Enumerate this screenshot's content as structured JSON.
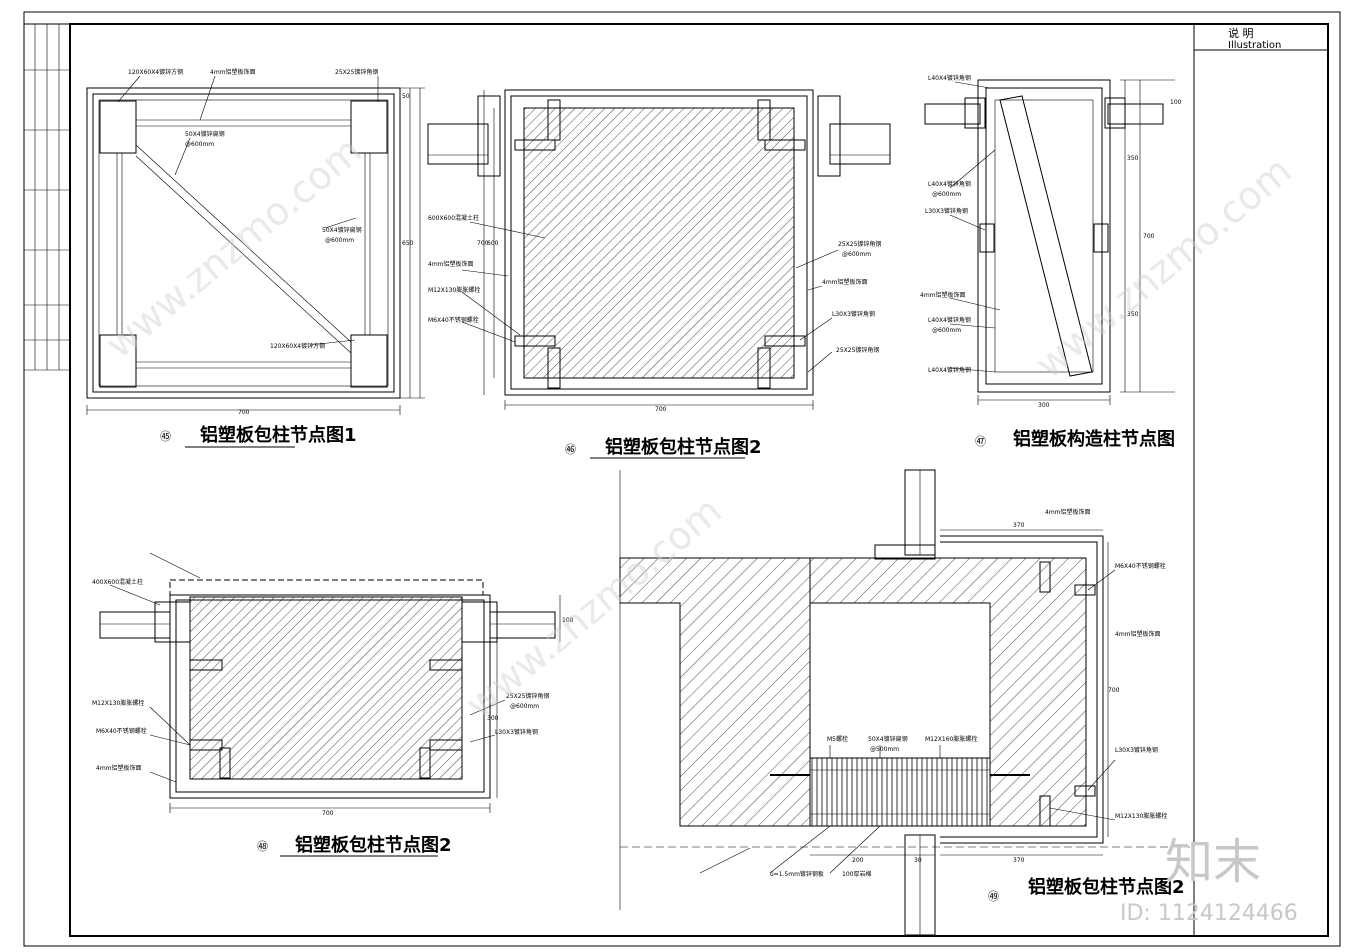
{
  "header": {
    "title_cn": "说  明",
    "title_en": "Illustration"
  },
  "details": [
    {
      "num": "㊺",
      "title": "铝塑板包柱节点图1",
      "width_dim": "700"
    },
    {
      "num": "㊻",
      "title": "铝塑板包柱节点图2",
      "width_dim": "700"
    },
    {
      "num": "㊼",
      "title": "铝塑板构造柱节点图",
      "width_dim": "300"
    },
    {
      "num": "㊽",
      "title": "铝塑板包柱节点图2",
      "width_dim": "700"
    },
    {
      "num": "㊾",
      "title": "铝塑板包柱节点图2",
      "width_dim": "370"
    }
  ],
  "labels": {
    "d45": [
      "120X60X4镀锌方钢",
      "4mm铝塑板饰面",
      "25X25镀锌角钢",
      "50X4镀锌扁钢",
      "@600mm",
      "50X4镀锌扁钢",
      "@600mm",
      "120X60X4镀锌方钢"
    ],
    "d46": [
      "600X600混凝土柱",
      "4mm铝塑板饰面",
      "M12X130膨胀螺栓",
      "M6X40不锈钢螺栓",
      "25X25镀锌角钢",
      "@600mm",
      "4mm铝塑板饰面",
      "L30X3镀锌角钢",
      "25X25镀锌角钢"
    ],
    "d47": [
      "L40X4镀锌角钢",
      "L40X4镀锌角钢",
      "@600mm",
      "L30X3镀锌角钢",
      "4mm铝塑板饰面",
      "L40X4镀锌角钢",
      "@600mm",
      "L40X4镀锌角钢"
    ],
    "d48": [
      "400X600混凝土柱",
      "M12X130膨胀螺栓",
      "M6X40不锈钢螺栓",
      "4mm铝塑板饰面",
      "25X25镀锌角钢",
      "@600mm",
      "L30X3镀锌角钢"
    ],
    "d49": [
      "4mm铝塑板饰面",
      "M6X40不锈钢螺栓",
      "4mm铝塑板饰面",
      "M5螺栓",
      "50X4镀锌扁钢",
      "@500mm",
      "M12X160膨胀螺栓",
      "L30X3镀锌角钢",
      "M12X130膨胀螺栓",
      "δ=1.5mm镀锌钢板",
      "100厚岩棉"
    ]
  },
  "dims": {
    "d45_side": "650",
    "d45_small": "50",
    "d46_side": "700",
    "d46_inner": "600",
    "d47_side": "700",
    "d47_a": "350",
    "d47_b": "350",
    "d47_top": "100",
    "d48_side": "300",
    "d48_top": "100",
    "d49_side": "700",
    "d49_a": "200",
    "d49_b": "30",
    "d49_c": "370"
  },
  "watermark": {
    "site": "www.znzmo.com",
    "logo": "知末",
    "id": "ID: 1124124466"
  }
}
